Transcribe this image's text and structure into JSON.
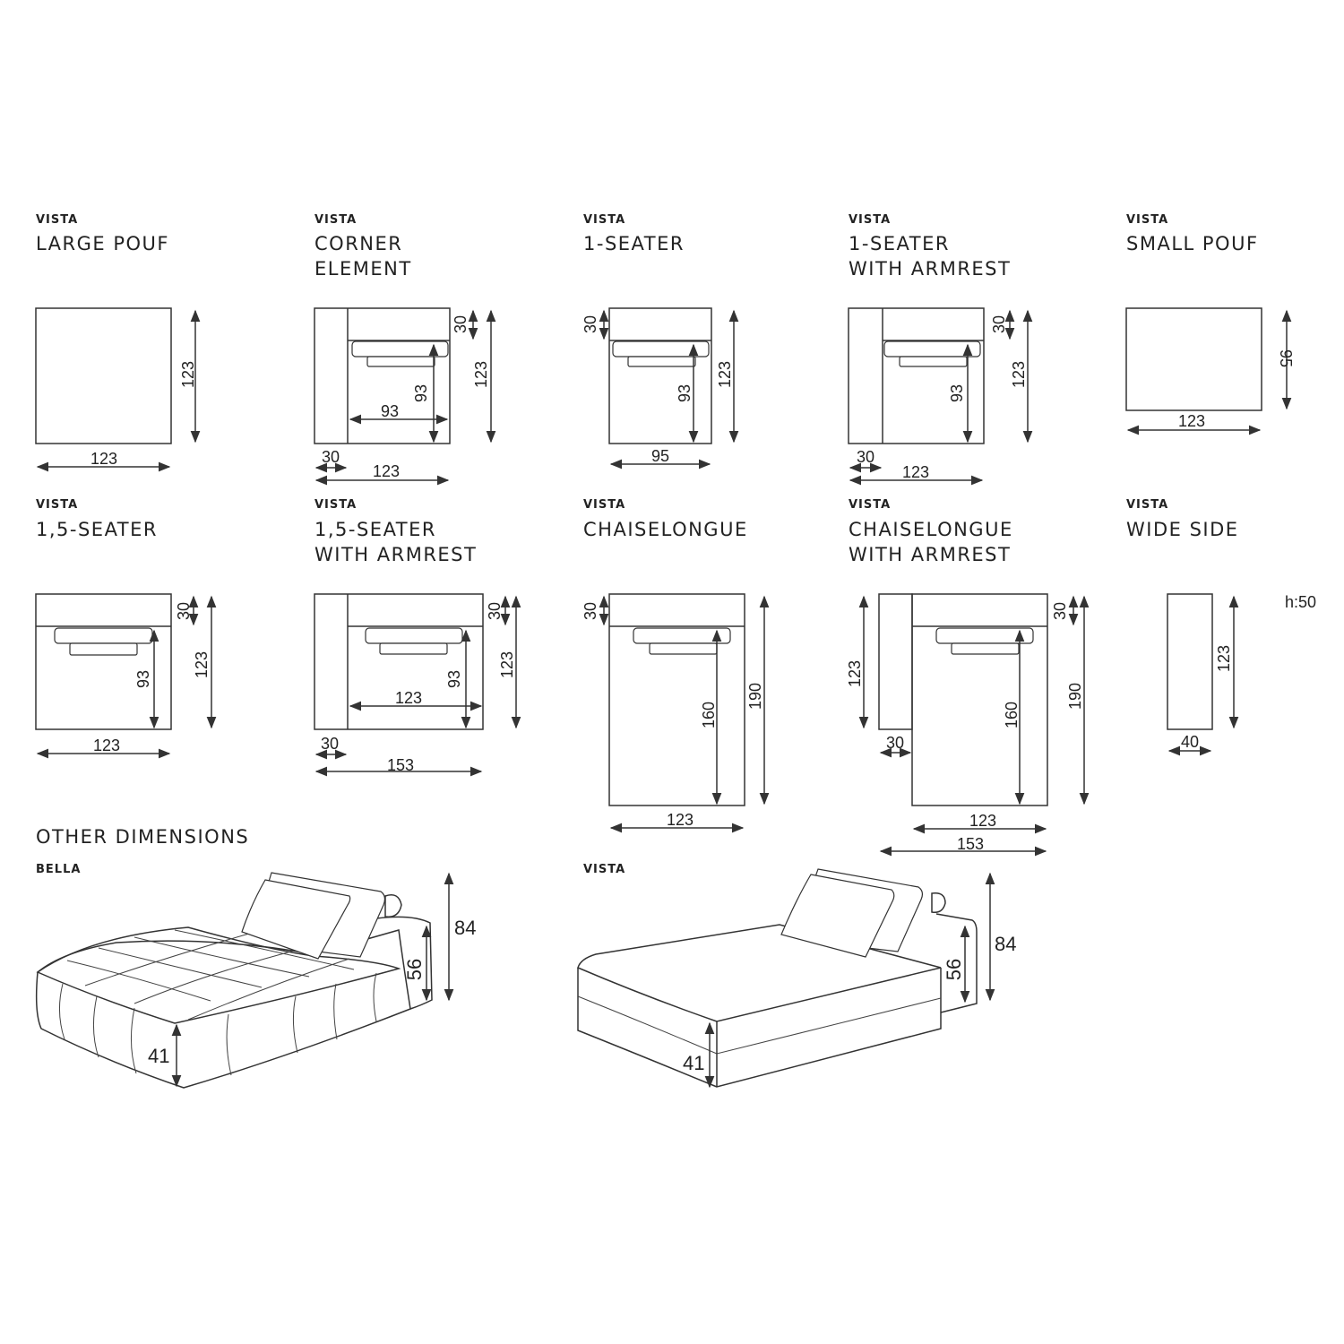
{
  "brand_label": "VISTA",
  "modules": [
    {
      "brand": "VISTA",
      "title": [
        "LARGE POUF"
      ],
      "dims": [
        "123",
        "123"
      ]
    },
    {
      "brand": "VISTA",
      "title": [
        "CORNER",
        "ELEMENT"
      ],
      "dims": [
        "30",
        "123",
        "93",
        "93",
        "30",
        "123"
      ]
    },
    {
      "brand": "VISTA",
      "title": [
        "1-SEATER"
      ],
      "dims": [
        "30",
        "93",
        "123",
        "95"
      ]
    },
    {
      "brand": "VISTA",
      "title": [
        "1-SEATER",
        "WITH ARMREST"
      ],
      "dims": [
        "30",
        "93",
        "123",
        "30",
        "123"
      ]
    },
    {
      "brand": "VISTA",
      "title": [
        "SMALL POUF"
      ],
      "dims": [
        "95",
        "123"
      ]
    },
    {
      "brand": "VISTA",
      "title": [
        "1,5-SEATER"
      ],
      "dims": [
        "30",
        "93",
        "123",
        "123"
      ]
    },
    {
      "brand": "VISTA",
      "title": [
        "1,5-SEATER",
        "WITH ARMREST"
      ],
      "dims": [
        "30",
        "123",
        "93",
        "123",
        "30",
        "153"
      ]
    },
    {
      "brand": "VISTA",
      "title": [
        "CHAISELONGUE"
      ],
      "dims": [
        "30",
        "160",
        "190",
        "123"
      ]
    },
    {
      "brand": "VISTA",
      "title": [
        "CHAISELONGUE",
        "WITH ARMREST"
      ],
      "dims": [
        "123",
        "30",
        "160",
        "190",
        "30",
        "123",
        "153"
      ]
    },
    {
      "brand": "VISTA",
      "title": [
        "WIDE SIDE"
      ],
      "dims": [
        "123",
        "40"
      ],
      "note": "h:50"
    }
  ],
  "other": {
    "heading": "OTHER DIMENSIONS",
    "bella": {
      "label": "BELLA",
      "dims": [
        "84",
        "56",
        "41"
      ]
    },
    "vista": {
      "label": "VISTA",
      "dims": [
        "84",
        "56",
        "41"
      ]
    }
  }
}
